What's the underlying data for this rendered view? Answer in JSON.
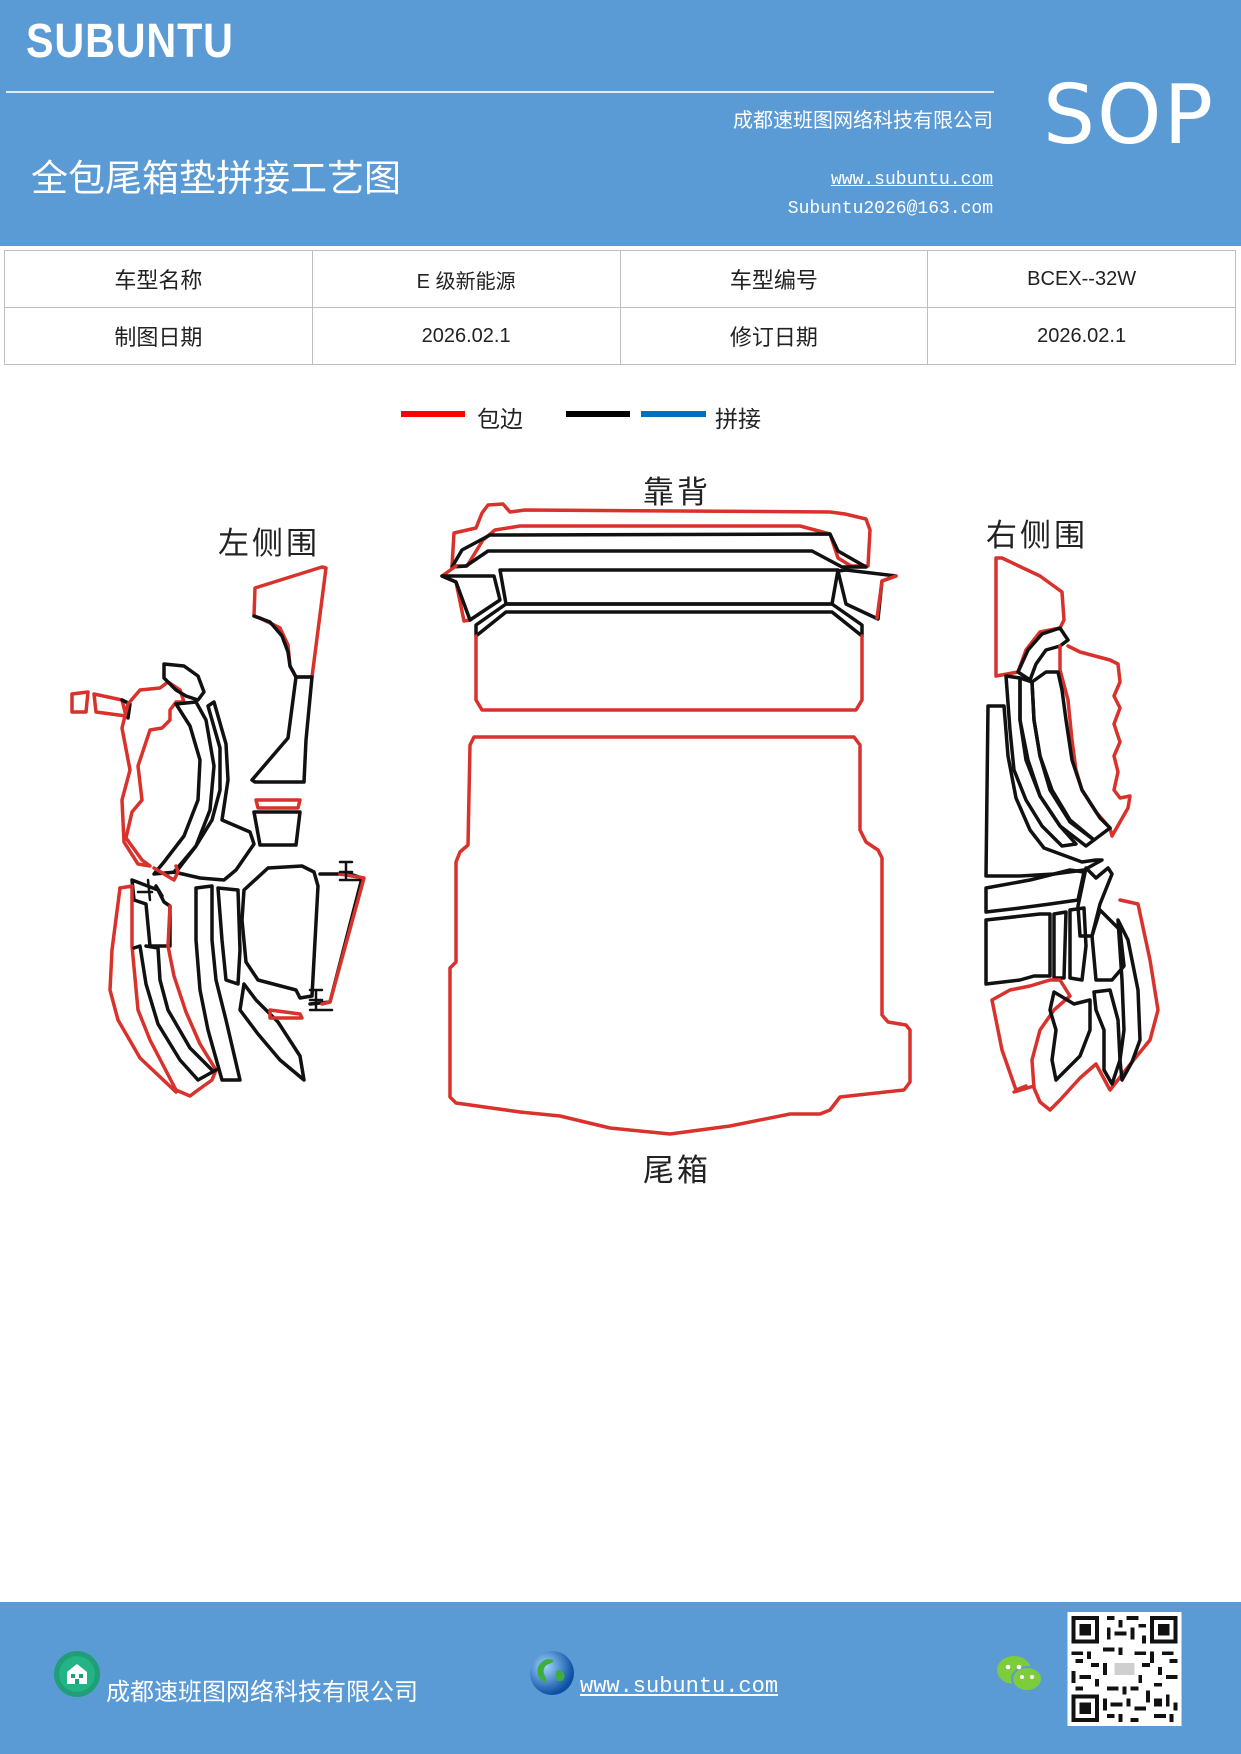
{
  "header": {
    "logo": "SUBUNTU",
    "company": "成都速班图网络科技有限公司",
    "title": "全包尾箱垫拼接工艺图",
    "url": "www.subuntu.com",
    "email": "Subuntu2026@163.com",
    "badge": "SOP"
  },
  "info": {
    "model_name_label": "车型名称",
    "model_name_value": "E 级新能源",
    "model_code_label": "车型编号",
    "model_code_value": "BCEX--32W",
    "draw_date_label": "制图日期",
    "draw_date_value": "2026.02.1",
    "revise_date_label": "修订日期",
    "revise_date_value": "2026.02.1"
  },
  "legend": {
    "edging_label": "包边",
    "splice_label": "拼接",
    "edging_color": "#ff0000",
    "black_color": "#000000",
    "splice_color": "#0070c0"
  },
  "parts": {
    "backrest": "靠背",
    "left_side": "左侧围",
    "right_side": "右侧围",
    "trunk": "尾箱"
  },
  "footer": {
    "company": "成都速班图网络科技有限公司",
    "url": "www.subuntu.com"
  },
  "colors": {
    "brand": "#5b9bd5",
    "outline_red": "#d9312b",
    "outline_black": "#111111"
  },
  "icons": [
    "building-icon",
    "globe-icon",
    "wechat-icon",
    "qr-code-icon"
  ]
}
